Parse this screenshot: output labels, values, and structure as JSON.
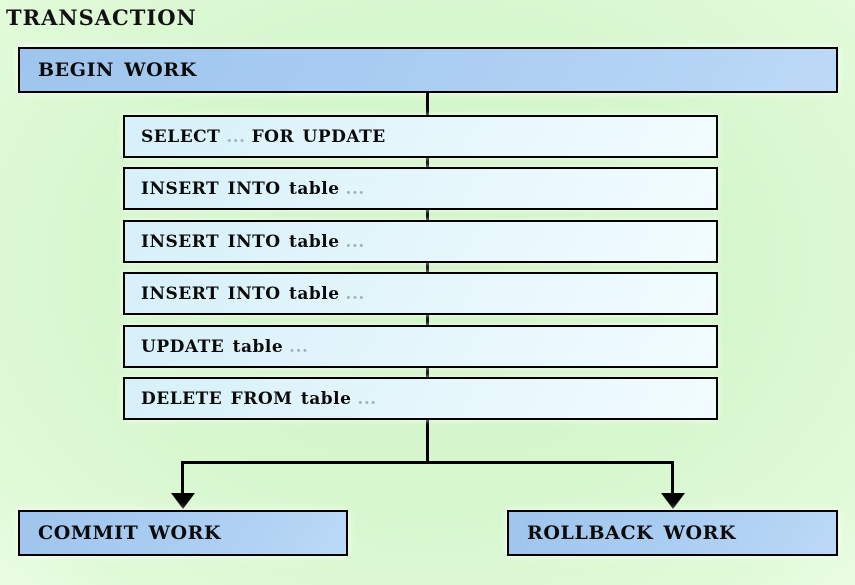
{
  "title": "TRANSACTION",
  "diagram": {
    "begin": {
      "label": "BEGIN WORK"
    },
    "statements": [
      {
        "pre": "SELECT",
        "dots": "...",
        "post": "FOR UPDATE"
      },
      {
        "pre": "INSERT INTO table",
        "dots": "...",
        "post": ""
      },
      {
        "pre": "INSERT INTO table",
        "dots": "...",
        "post": ""
      },
      {
        "pre": "INSERT INTO table",
        "dots": "...",
        "post": ""
      },
      {
        "pre": "UPDATE table",
        "dots": "...",
        "post": ""
      },
      {
        "pre": "DELETE FROM table",
        "dots": "...",
        "post": ""
      }
    ],
    "commit": {
      "label": "COMMIT WORK"
    },
    "rollback": {
      "label": "ROLLBACK WORK"
    }
  },
  "colors": {
    "background": "#d7f7cf",
    "node_fill_top": "#9fc5ee",
    "node_fill_bottom": "#bcd9f7",
    "statement_fill": "#ddf3fb",
    "border": "#000000",
    "connector": "#000000",
    "ellipsis": "#9fb6c0"
  }
}
